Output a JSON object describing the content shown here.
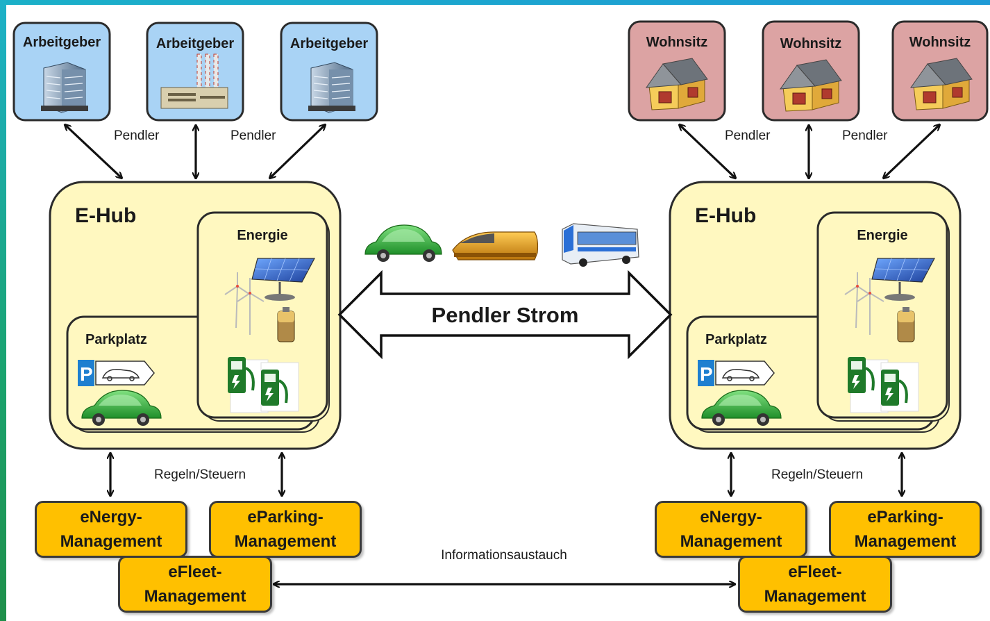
{
  "employers": [
    {
      "label": "Arbeitgeber",
      "icon": "office-building-icon"
    },
    {
      "label": "Arbeitgeber",
      "icon": "factory-icon"
    },
    {
      "label": "Arbeitgeber",
      "icon": "office-building-icon"
    }
  ],
  "residences": [
    {
      "label": "Wohnsitz",
      "icon": "house-icon"
    },
    {
      "label": "Wohnsitz",
      "icon": "house-icon"
    },
    {
      "label": "Wohnsitz",
      "icon": "house-icon"
    }
  ],
  "commuter_label": "Pendler",
  "hub": {
    "title": "E-Hub",
    "energy_label": "Energie",
    "parking_label": "Parkplatz"
  },
  "control_label": "Regeln/Steuern",
  "flow_label": "Pendler Strom",
  "info_exchange_label": "Informationsaustauch",
  "management": {
    "energy": [
      "eNergy-",
      "Management"
    ],
    "parking": [
      "eParking-",
      "Management"
    ],
    "fleet": [
      "eFleet-",
      "Management"
    ]
  },
  "vehicles": [
    "electric-car-icon",
    "train-icon",
    "bus-icon"
  ],
  "colors": {
    "employer_fill": "#a9d3f5",
    "residence_fill": "#dca3a3",
    "hub_fill": "#fff8c0",
    "management_fill": "#ffc000",
    "car_green": "#3ab53a"
  }
}
